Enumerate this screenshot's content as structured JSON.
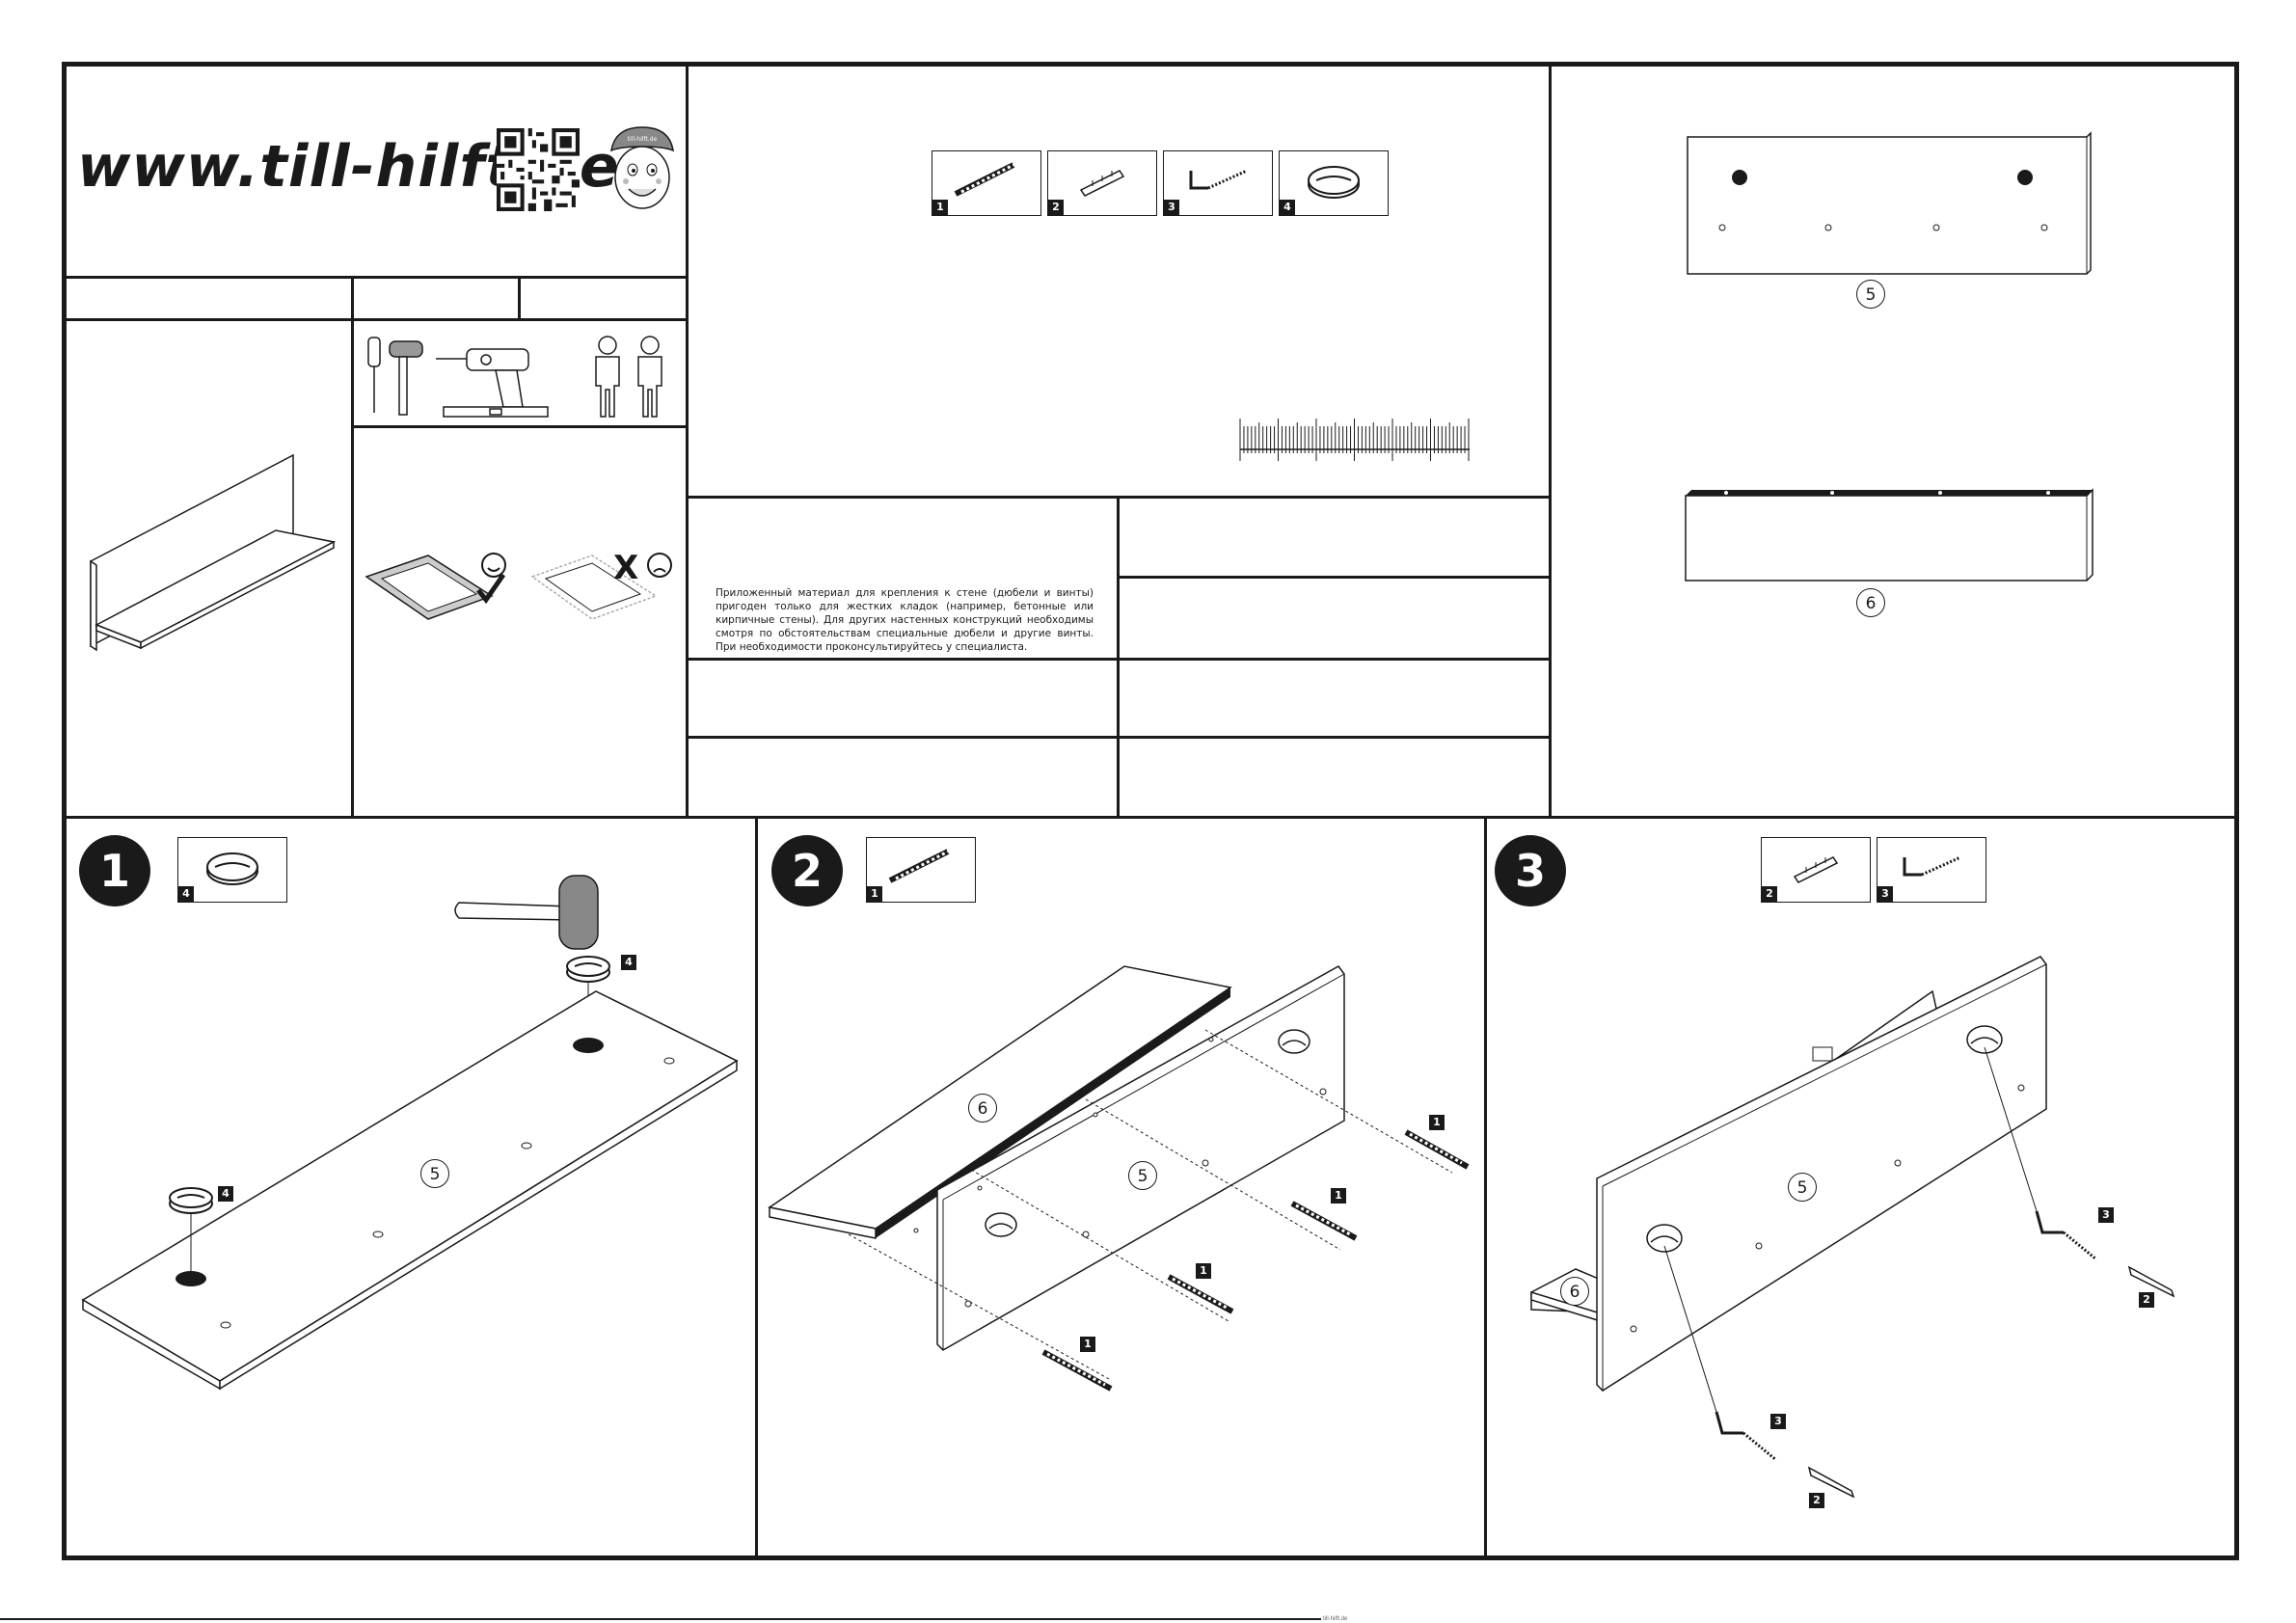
{
  "header": {
    "website": "www.till-hilft.de",
    "mascot_cap_text": "till-hilft.de"
  },
  "notice": {
    "russian_text": "Приложенный материал для крепления к стене (дюбели и винты) пригоден только для жестких кладок (например, бетонные или кирпичные стены). Для других настенных конструкций необходимы смотря по обстоятельствам специальные дюбели и другие винты. При необходимости проконсультируйтесь у специалиста."
  },
  "hardware_parts": [
    {
      "tag": "1",
      "icon": "dowel-icon"
    },
    {
      "tag": "2",
      "icon": "wall-plug-icon"
    },
    {
      "tag": "3",
      "icon": "hook-screw-icon"
    },
    {
      "tag": "4",
      "icon": "round-fitting-icon"
    }
  ],
  "tools": [
    "screwdriver-icon",
    "hammer-icon",
    "drill-icon",
    "spirit-level-icon",
    "two-persons-icon"
  ],
  "board_parts": [
    {
      "label": "5"
    },
    {
      "label": "6"
    }
  ],
  "steps": [
    {
      "number": "1",
      "parts": [
        "4"
      ],
      "callouts": {
        "part_a": "4",
        "part_b": "4",
        "board": "5"
      }
    },
    {
      "number": "2",
      "parts": [
        "1"
      ],
      "callouts": {
        "shelf": "6",
        "back": "5",
        "dowels": [
          "1",
          "1",
          "1",
          "1"
        ]
      }
    },
    {
      "number": "3",
      "parts": [
        "2",
        "3"
      ],
      "callouts": {
        "board": "5",
        "shelf": "6",
        "screw_left": "3",
        "plug_left": "2",
        "screw_right": "3",
        "plug_right": "2"
      }
    }
  ],
  "footer": {
    "small_text": "till-hilft.de"
  }
}
